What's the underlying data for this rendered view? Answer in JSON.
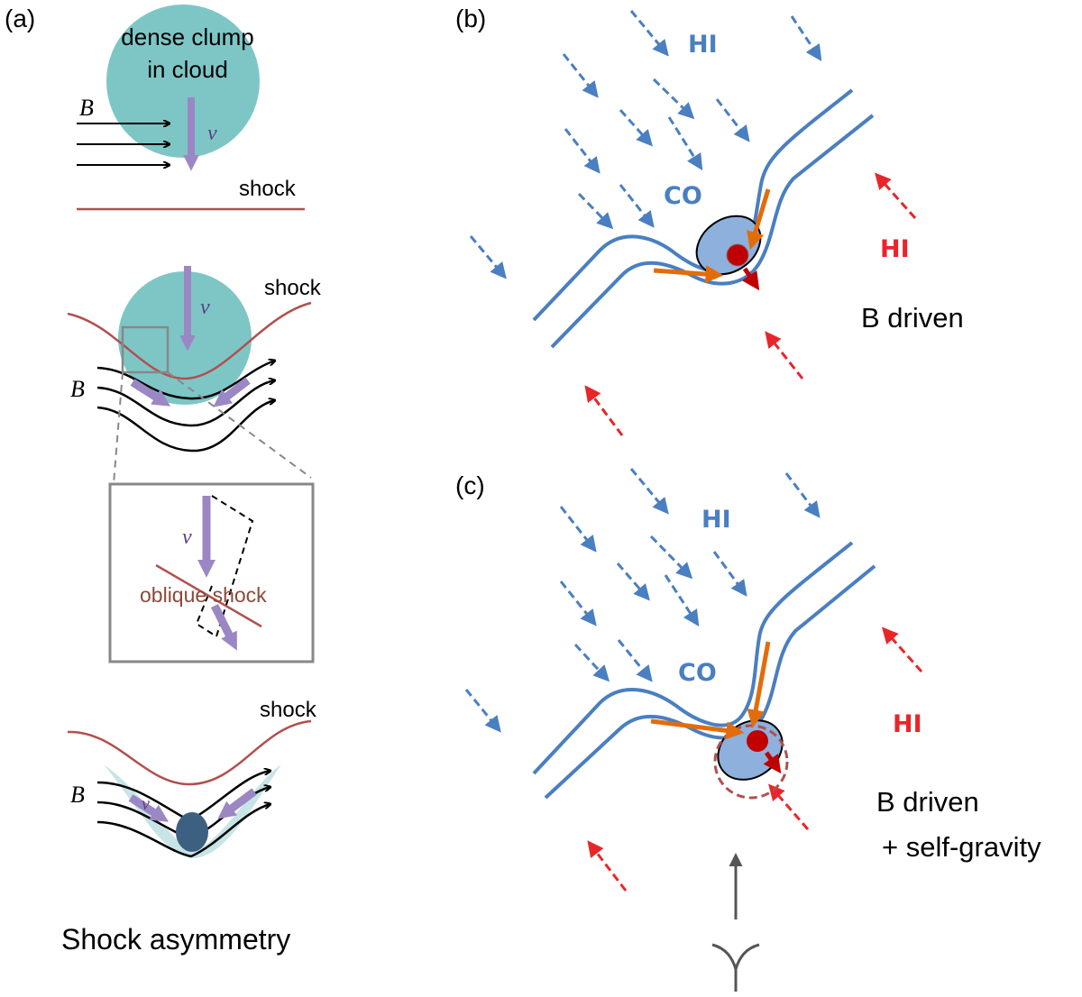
{
  "panel_a": {
    "label": "(a)",
    "clump_line1": "dense clump",
    "clump_line2": "in cloud",
    "b_symbol": "B",
    "v_symbol": "v",
    "shock": "shock",
    "oblique_shock": "oblique shock",
    "caption": "Shock asymmetry"
  },
  "panel_b": {
    "label": "(b)",
    "hi_blue": "HI",
    "co": "CO",
    "hi_red": "HI",
    "caption": "B driven"
  },
  "panel_c": {
    "label": "(c)",
    "hi_blue": "HI",
    "co": "CO",
    "hi_red": "HI",
    "caption_line1": "B driven",
    "caption_line2": "+ self-gravity"
  },
  "colors": {
    "field_line": "#4a7fc1",
    "hi_flow": "#4a7fc1",
    "hi_counterflow": "#e8262a",
    "orange_flow": "#e36c0a",
    "core": "#c00000",
    "clump": "#7ec6c6",
    "velocity": "#9b87c4",
    "shock": "#b0504f"
  }
}
